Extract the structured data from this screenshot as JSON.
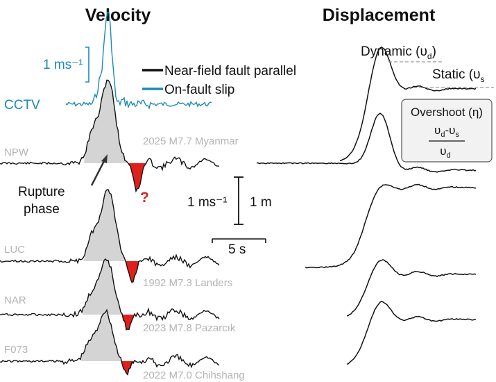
{
  "chart_data": [
    {
      "type": "line",
      "title": "Velocity",
      "legend": [
        {
          "name": "Near-field fault parallel",
          "color": "#111111"
        },
        {
          "name": "On-fault slip",
          "color": "#1a8ab5"
        }
      ],
      "scale_bars": {
        "velocity": "1 ms⁻¹",
        "velocity_cctv": "1 ms⁻¹",
        "displacement": "1 m",
        "time": "5 s"
      },
      "annotations": {
        "rupture_phase": "Rupture phase",
        "question": "?",
        "cctv_label": "CCTV"
      },
      "series": [
        {
          "station": "NPW",
          "event": "2025 M7.7 Myanmar",
          "pulse_amplitude": 1.0,
          "negative_lobe": "uncertain"
        },
        {
          "station": "LUC",
          "event": "1992 M7.3 Landers",
          "pulse_amplitude": 0.85,
          "negative_lobe": "present"
        },
        {
          "station": "NAR",
          "event": "2023 M7.8 Pazarcık",
          "pulse_amplitude": 0.65,
          "negative_lobe": "present"
        },
        {
          "station": "F073",
          "event": "2022 M7.0 Chihshang",
          "pulse_amplitude": 0.6,
          "negative_lobe": "present"
        }
      ]
    },
    {
      "type": "line",
      "title": "Displacement",
      "annotations": {
        "dynamic": "Dynamic (υ",
        "dynamic_sub": "d",
        "static": "Static (υ",
        "static_sub": "s",
        "overshoot": "Overshoot (η)",
        "numerator": "υ",
        "numerator_sub_d": "d",
        "numerator_mid": "-υ",
        "numerator_sub_s": "s",
        "denominator": "υ",
        "denominator_sub": "d"
      },
      "series": [
        {
          "station": "CCTV",
          "peak": 1.0,
          "static": 0.72
        },
        {
          "station": "NPW",
          "peak": 0.78,
          "static": 0.7
        },
        {
          "station": "LUC",
          "peak": 0.68,
          "static": 0.66
        },
        {
          "station": "NAR",
          "peak": 0.42,
          "static": 0.3
        },
        {
          "station": "F073",
          "peak": 0.5,
          "static": 0.33
        }
      ]
    }
  ],
  "colors": {
    "black": "#111111",
    "blue": "#1a8ab5",
    "gray_fill": "#d4d4d4",
    "red_fill": "#e0201c",
    "label_gray": "#b3b3b3"
  }
}
